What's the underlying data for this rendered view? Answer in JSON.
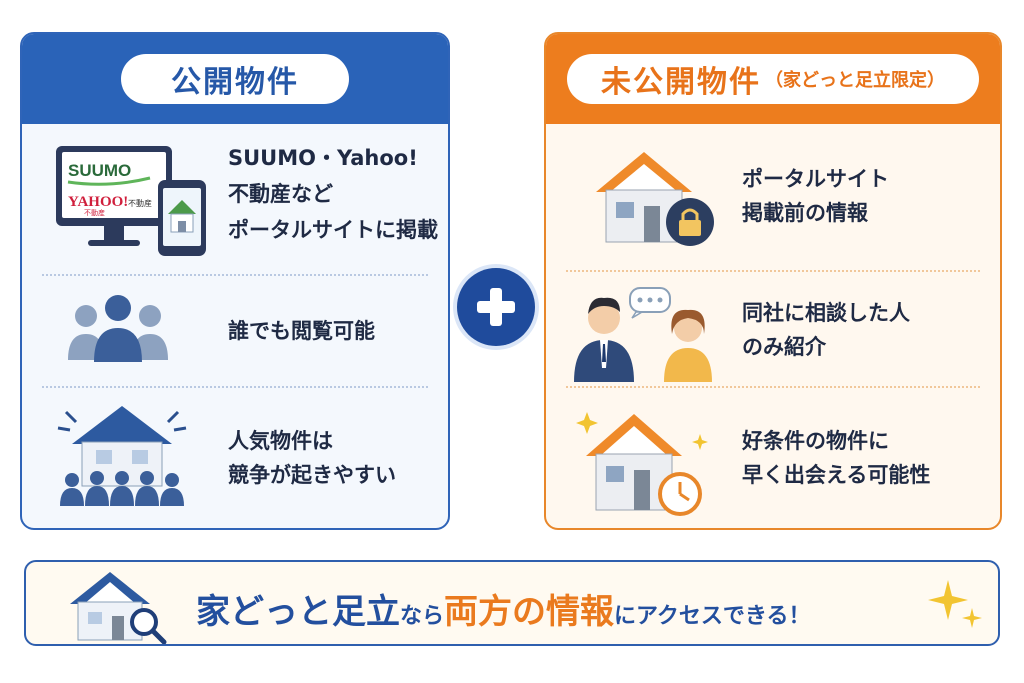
{
  "public": {
    "title": "公開物件",
    "items": [
      {
        "text": "SUUMO・Yahoo!\n不動産など\nポータルサイトに掲載"
      },
      {
        "text": "誰でも閲覧可能"
      },
      {
        "text": "人気物件は\n競争が起きやすい"
      }
    ],
    "monitor_logo_1": "SUUMO",
    "monitor_logo_2": "YAHOO!",
    "monitor_logo_2_sub": "不動産",
    "monitor_logo_2_sub2": "不動産"
  },
  "private": {
    "title": "未公開物件",
    "title_sub": "（家どっと足立限定）",
    "items": [
      {
        "text": "ポータルサイト\n掲載前の情報"
      },
      {
        "text": "同社に相談した人\nのみ紹介"
      },
      {
        "text": "好条件の物件に\n早く出会える可能性"
      }
    ]
  },
  "banner": {
    "part1": "家どっと足立",
    "part2": "なら",
    "part3": "両方の情報",
    "part4": "にアクセスできる！"
  },
  "colors": {
    "blue": "#2a63b8",
    "orange": "#ed7d1e"
  }
}
